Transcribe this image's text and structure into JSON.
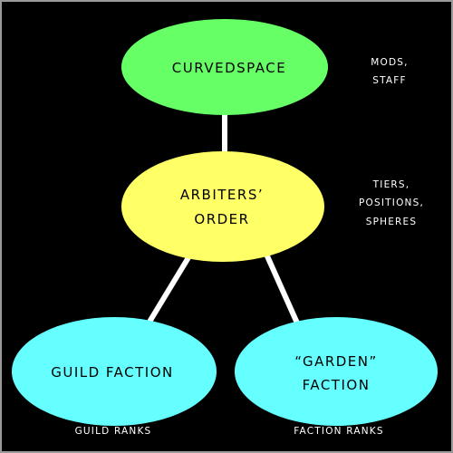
{
  "colors": {
    "background": "#000000",
    "frame": "#9a9a9a",
    "connector": "#ffffff",
    "top_node": "#66ff66",
    "middle_node": "#ffff66",
    "bottom_nodes": "#66ffff"
  },
  "nodes": {
    "curvedspace": {
      "lines": [
        "CURVEDSPACE"
      ]
    },
    "arbiters_order": {
      "lines": [
        "ARBITERS’",
        "ORDER"
      ]
    },
    "guild_faction": {
      "lines": [
        "GUILD FACTION"
      ]
    },
    "garden_faction": {
      "lines": [
        "“GARDEN”",
        "FACTION"
      ]
    }
  },
  "notes": {
    "curvedspace": [
      "MODS,",
      "STAFF"
    ],
    "arbiters_order": [
      "TIERS,",
      "POSITIONS,",
      "SPHERES"
    ],
    "guild_faction": [
      "GUILD RANKS"
    ],
    "garden_faction": [
      "FACTION RANKS"
    ]
  }
}
